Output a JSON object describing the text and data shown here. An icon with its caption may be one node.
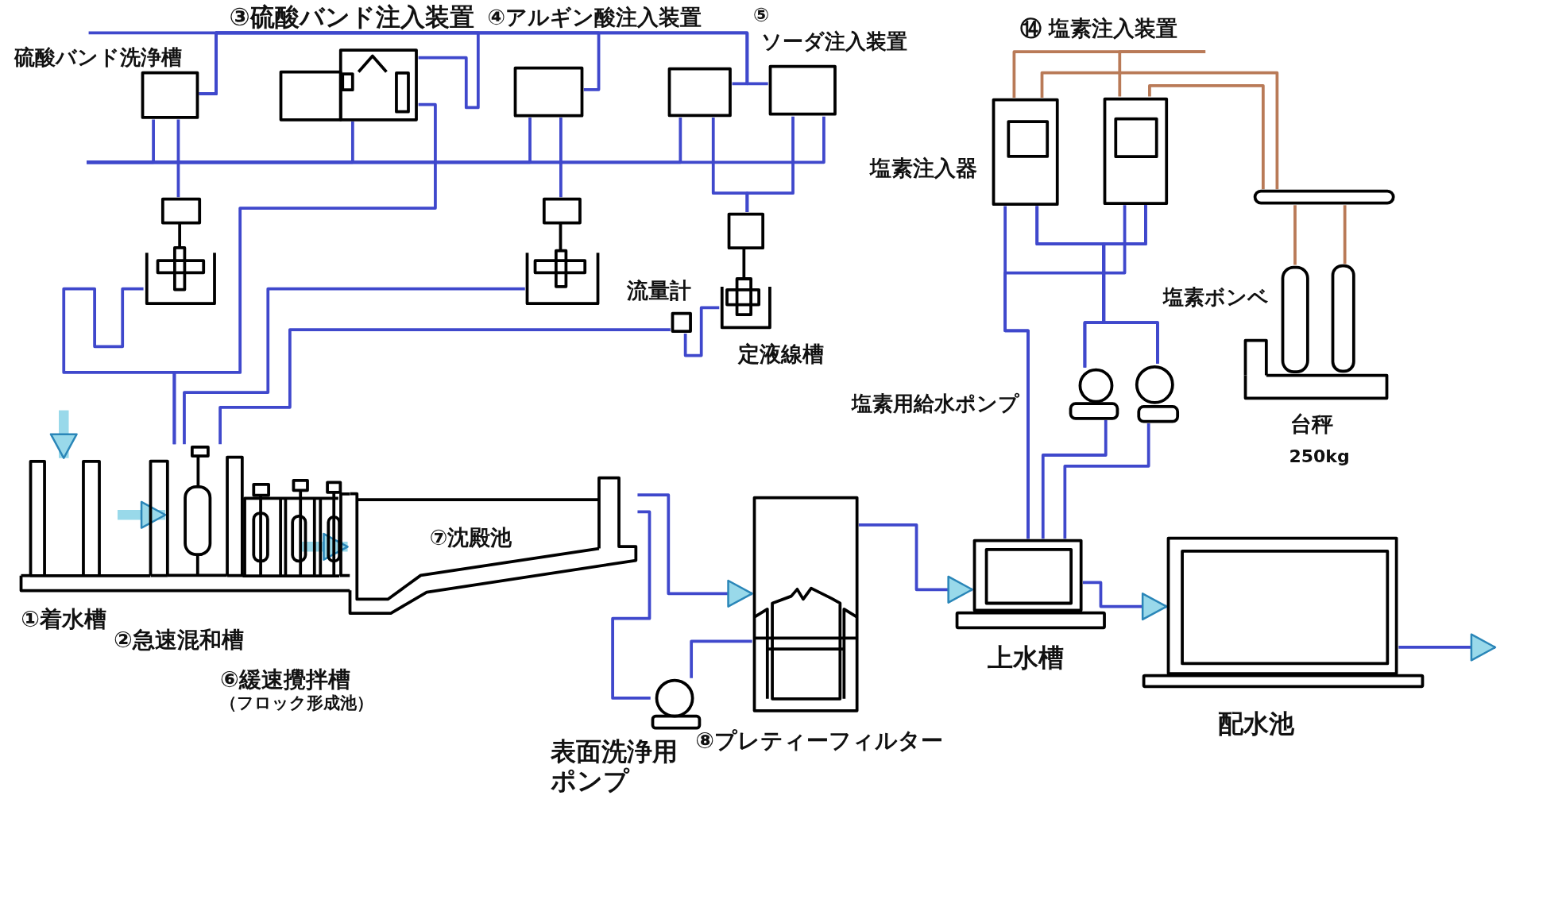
{
  "diagram": {
    "nodes": [
      {
        "text": [
          "硫酸バンド洗浄槽"
        ]
      },
      {
        "text": [
          "③硫酸バンド注入装置"
        ]
      },
      {
        "text": [
          "④アルギン酸注入装置"
        ]
      },
      {
        "text": [],
        "shape": "box"
      },
      {
        "text": [
          "⑤",
          "ソーダ注入装置"
        ]
      },
      {
        "text": [],
        "shape": "picture"
      },
      {
        "text": [],
        "shape": "picture"
      },
      {
        "text": [
          "定液線槽"
        ]
      },
      {
        "text": [
          "流量計"
        ]
      },
      {
        "text": [
          "塩素注入器"
        ]
      },
      {
        "text": [],
        "shape": "box"
      },
      {
        "text": [],
        "shape": "bar"
      },
      {
        "text": [
          "塩素ボンベ"
        ]
      },
      {
        "text": [],
        "shape": "cylinder"
      },
      {
        "text": [
          "台秤",
          "250kg"
        ]
      },
      {
        "text": [],
        "shape": "circle"
      },
      {
        "text": [],
        "shape": "circle"
      },
      {
        "text": [
          "①着水槽"
        ]
      },
      {
        "text": [
          "②急速混和槽"
        ]
      },
      {
        "text": [
          "⑥緩速攪拌槽",
          "（フロック形成池）"
        ]
      },
      {
        "text": [
          "⑦沈殿池"
        ]
      },
      {
        "text": [
          "表面洗浄用ポンプ"
        ]
      },
      {
        "text": [
          "⑧プレティーフィルター"
        ]
      },
      {
        "text": [
          "上水槽"
        ]
      },
      {
        "text": [],
        "shape": "bar"
      },
      {
        "text": [
          "配水池"
        ]
      },
      {
        "text": [],
        "shape": "bar"
      }
    ],
    "edges": [
      {
        "from": null,
        "to": 0,
        "arrow": "none"
      },
      {
        "from": 0,
        "to": 1,
        "arrow": "none"
      },
      {
        "from": 0,
        "to": 2,
        "arrow": "none"
      },
      {
        "from": 0,
        "to": 3,
        "arrow": "none"
      },
      {
        "from": 0,
        "to": 4,
        "arrow": "none"
      },
      {
        "from": null,
        "to": 0,
        "arrow": "none"
      },
      {
        "from": null,
        "to": 1,
        "arrow": "none"
      },
      {
        "from": null,
        "to": 2,
        "arrow": "none"
      },
      {
        "from": null,
        "to": 3,
        "arrow": "none"
      },
      {
        "from": null,
        "to": 4,
        "arrow": "none"
      },
      {
        "from": 0,
        "to": 5,
        "arrow": "none"
      },
      {
        "from": 2,
        "to": 6,
        "arrow": "none"
      },
      {
        "from": 3,
        "to": 7,
        "arrow": "none"
      },
      {
        "from": 4,
        "to": 7,
        "arrow": "none"
      },
      {
        "from": 5,
        "to": 18,
        "arrow": "none"
      },
      {
        "from": 1,
        "to": 18,
        "arrow": "none"
      },
      {
        "from": 6,
        "to": 18,
        "arrow": "none"
      },
      {
        "from": 7,
        "to": 8,
        "arrow": "none"
      },
      {
        "from": 8,
        "to": 18,
        "arrow": "none"
      },
      {
        "from": null,
        "to": 17,
        "arrow": "to",
        "style": "thick",
        "color": "#99d9ea"
      },
      {
        "from": 17,
        "to": 18,
        "arrow": "to",
        "style": "thick",
        "color": "#99d9ea"
      },
      {
        "from": 19,
        "to": 20,
        "arrow": "to",
        "style": "thick",
        "color": "#99d9ea"
      },
      {
        "from": 20,
        "to": 22,
        "arrow": "to"
      },
      {
        "from": 20,
        "to": 21,
        "arrow": "none"
      },
      {
        "from": 21,
        "to": 22,
        "arrow": "none"
      },
      {
        "from": 22,
        "to": 23,
        "arrow": "to"
      },
      {
        "from": 23,
        "to": 25,
        "arrow": "to"
      },
      {
        "from": 25,
        "to": null,
        "arrow": "to"
      },
      {
        "from": 11,
        "to": 9,
        "arrow": "none",
        "color": "#b97a57"
      },
      {
        "from": 11,
        "to": 10,
        "arrow": "none",
        "color": "#b97a57"
      },
      {
        "from": 9,
        "to": null,
        "arrow": "none",
        "color": "#b97a57"
      },
      {
        "from": 10,
        "to": null,
        "arrow": "none",
        "color": "#b97a57"
      },
      {
        "from": 11,
        "to": 12,
        "arrow": "none",
        "color": "#b97a57"
      },
      {
        "from": 11,
        "to": 13,
        "arrow": "none",
        "color": "#b97a57"
      },
      {
        "from": 23,
        "to": 15,
        "arrow": "none"
      },
      {
        "from": 23,
        "to": 16,
        "arrow": "none"
      },
      {
        "from": 15,
        "to": 9,
        "arrow": "none"
      },
      {
        "from": 15,
        "to": 10,
        "arrow": "none"
      },
      {
        "from": 16,
        "to": 9,
        "arrow": "none"
      },
      {
        "from": 16,
        "to": 10,
        "arrow": "none"
      },
      {
        "from": 9,
        "to": 23,
        "arrow": "none"
      },
      {
        "from": 10,
        "to": 23,
        "arrow": "none"
      }
    ],
    "labels": [
      "⑭ 塩素注入装置",
      "塩素用給水ポンプ"
    ]
  }
}
